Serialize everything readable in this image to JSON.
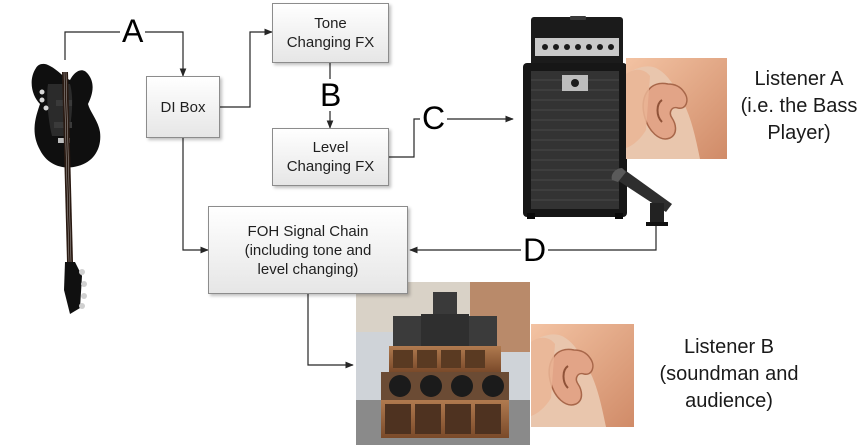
{
  "boxes": {
    "di_box": "DI Box",
    "tone_fx": "Tone\nChanging FX",
    "level_fx": "Level\nChanging FX",
    "foh": "FOH Signal Chain\n(including tone and\nlevel changing)"
  },
  "letters": {
    "a": "A",
    "b": "B",
    "c": "C",
    "d": "D"
  },
  "listeners": {
    "a": "Listener A\n(i.e. the Bass\nPlayer)",
    "b": "Listener B\n(soundman and\naudience)"
  },
  "images": {
    "bass": "bass-guitar-icon",
    "amp": "bass-amp-stack-icon",
    "mic": "microphone-icon",
    "ear": "ear-listening-icon",
    "soundsystem": "sound-system-speaker-stack-icon"
  },
  "colors": {
    "line": "#262626",
    "box_border": "#8c8c8c",
    "box_fill": "#f0f0f0"
  }
}
